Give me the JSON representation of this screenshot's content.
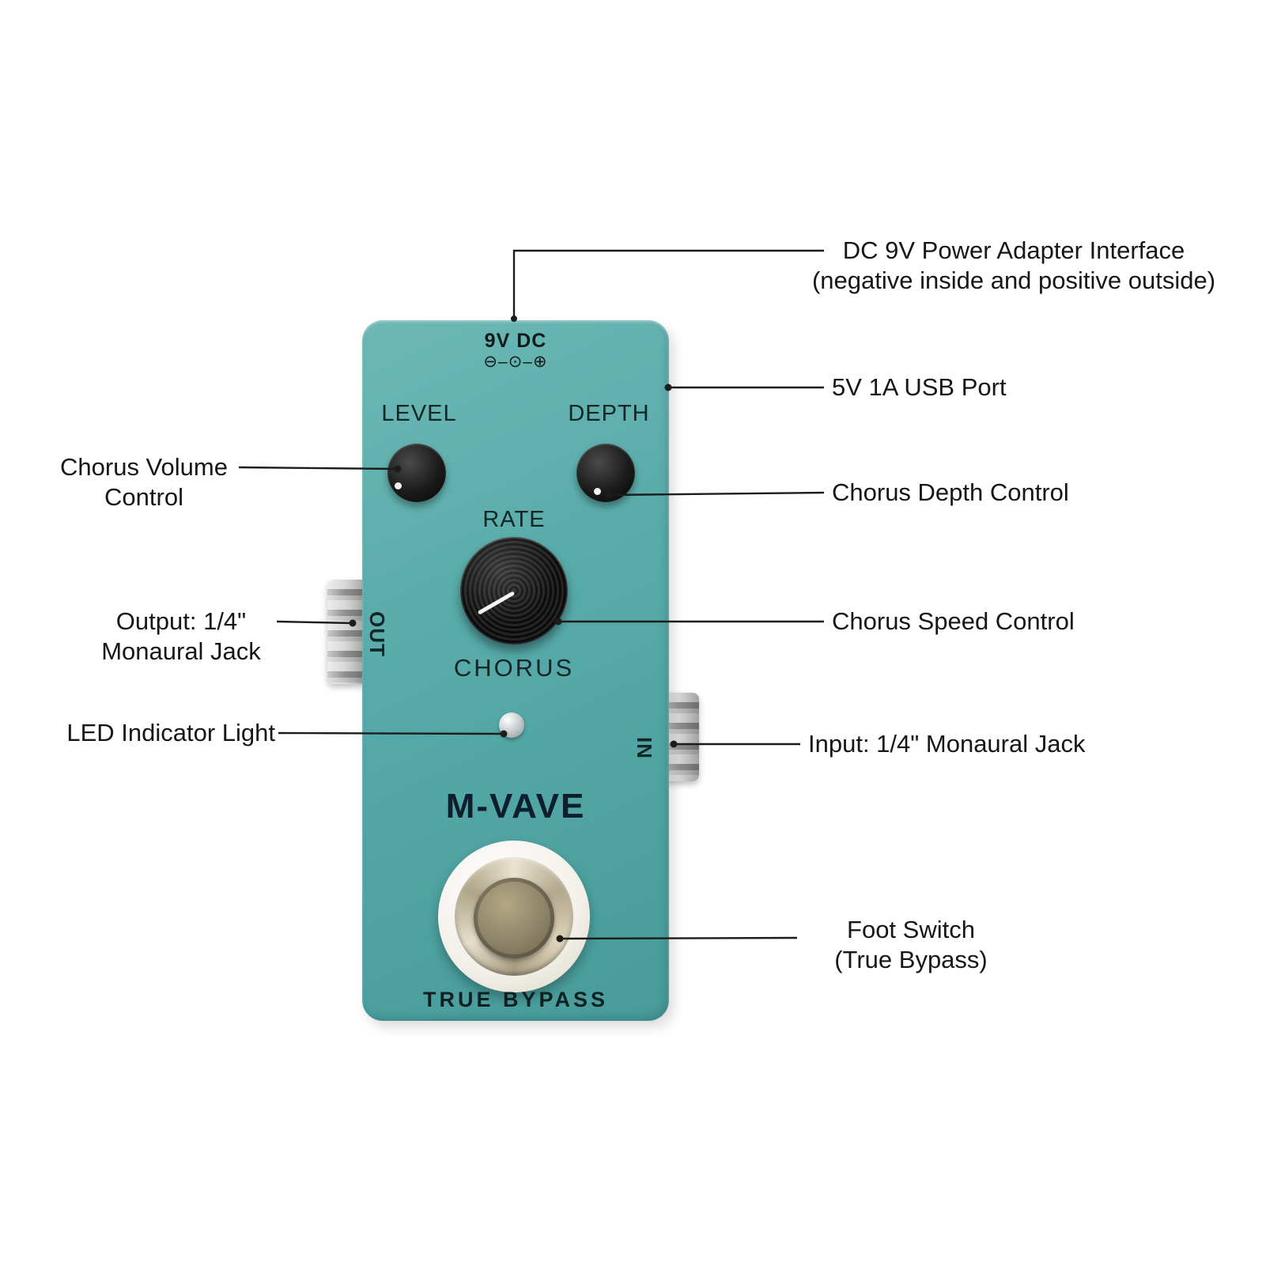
{
  "colors": {
    "pedal-teal": "#56aaa9",
    "label-ink": "#161616",
    "knob-black": "#161616"
  },
  "pedal": {
    "power_label": "9V DC",
    "power_polarity": "⊖–⊙–⊕",
    "level_label": "LEVEL",
    "depth_label": "DEPTH",
    "rate_label": "RATE",
    "effect_name": "CHORUS",
    "brand": "M-VAVE",
    "bypass_label": "TRUE BYPASS",
    "out_label": "OUT",
    "in_label": "IN"
  },
  "callouts": {
    "dc_power": {
      "line1": "DC 9V Power Adapter Interface",
      "line2": "(negative inside and positive outside)"
    },
    "usb": {
      "line1": "5V 1A USB Port"
    },
    "volume": {
      "line1": "Chorus Volume",
      "line2": "Control"
    },
    "depth": {
      "line1": "Chorus Depth Control"
    },
    "speed": {
      "line1": "Chorus Speed Control"
    },
    "output": {
      "line1": "Output: 1/4\"",
      "line2": "Monaural Jack"
    },
    "input": {
      "line1": "Input: 1/4\" Monaural Jack"
    },
    "led": {
      "line1": "LED Indicator Light"
    },
    "foot": {
      "line1": "Foot Switch",
      "line2": "(True Bypass)"
    }
  }
}
